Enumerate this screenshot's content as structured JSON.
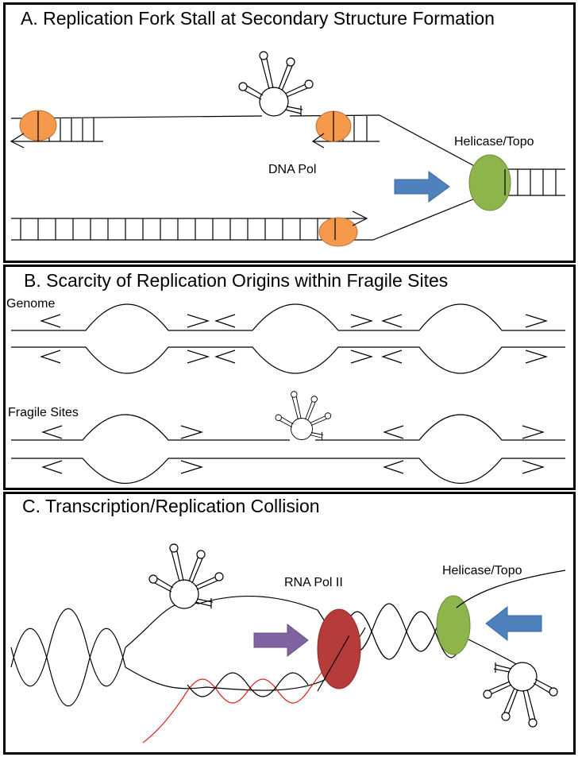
{
  "panels": {
    "a": {
      "title": "A. Replication Fork Stall at Secondary Structure Formation",
      "labels": {
        "polymerase": "DNA Pol",
        "helicase": "Helicase/Topo"
      }
    },
    "b": {
      "title": "B. Scarcity of Replication Origins within Fragile Sites",
      "labels": {
        "genome": "Genome",
        "fragile_sites": "Fragile Sites"
      }
    },
    "c": {
      "title": "C. Transcription/Replication Collision",
      "labels": {
        "rna_pol": "RNA Pol II",
        "helicase": "Helicase/Topo"
      }
    }
  },
  "colors": {
    "dna_polymerase": "#f59a4c",
    "helicase_topo": "#8db54b",
    "rna_pol_ii": "#b63c3c",
    "direction_arrow_blue": "#4f81bd",
    "direction_arrow_purple": "#8064a2",
    "rna_transcript": "#e0201b",
    "outline": "#000000"
  },
  "icons": [
    "hairpin-secondary-structure-icon",
    "fork-direction-arrow-icon"
  ]
}
